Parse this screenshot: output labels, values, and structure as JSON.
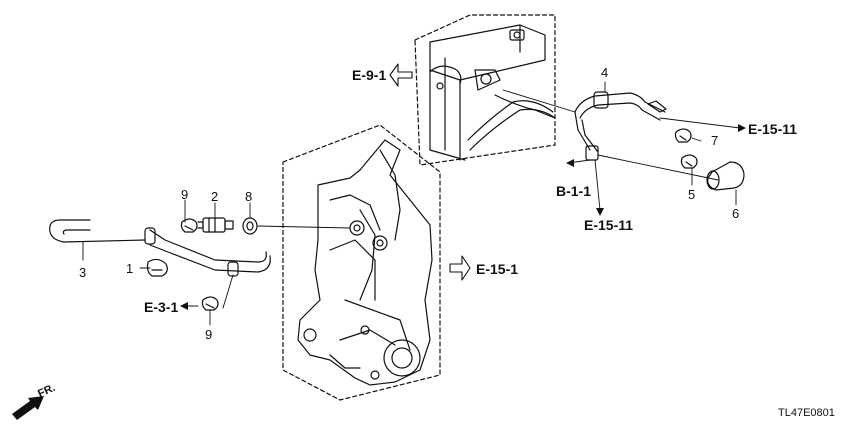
{
  "parts": [
    {
      "num": "1"
    },
    {
      "num": "2"
    },
    {
      "num": "3"
    },
    {
      "num": "4"
    },
    {
      "num": "5"
    },
    {
      "num": "6"
    },
    {
      "num": "7"
    },
    {
      "num": "8"
    },
    {
      "num": "9"
    },
    {
      "num": "9"
    }
  ],
  "references": [
    {
      "text": "E-9-1"
    },
    {
      "text": "E-15-11"
    },
    {
      "text": "B-1-1"
    },
    {
      "text": "E-15-11"
    },
    {
      "text": "E-15-1"
    },
    {
      "text": "E-3-1"
    }
  ],
  "front_marker": "FR.",
  "diagram_code": "TL47E0801"
}
